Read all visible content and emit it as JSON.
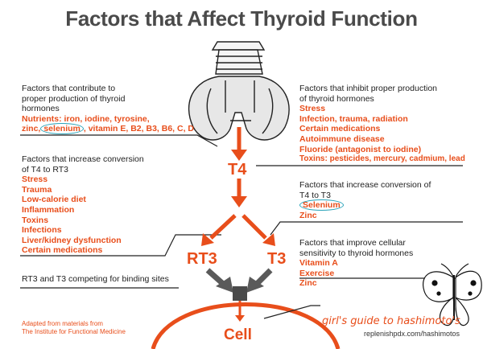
{
  "title": "Factors that Affect Thyroid Function",
  "colors": {
    "accent": "#e84e1b",
    "dark": "#4a4a4a",
    "circle": "#2aa3b9",
    "arrow_gray": "#5a5a5a"
  },
  "contribute": {
    "intro": [
      "Factors that contribute to",
      "proper production of thyroid",
      "hormones"
    ],
    "line1": "Nutrients: iron, iodine, tyrosine,",
    "line2_pre": "zinc,",
    "line2_circled": "selenium",
    "line2_post": ", vitamin E, B2, B3, B6, C, D"
  },
  "inhibit": {
    "intro": [
      "Factors that inhibit proper production",
      "of thyroid hormones"
    ],
    "items": [
      "Stress",
      "Infection, trauma, radiation",
      "Certain medications",
      "Autoimmune disease",
      "Fluoride (antagonist to iodine)",
      "Toxins: pesticides, mercury, cadmium, lead"
    ]
  },
  "rt3": {
    "intro": [
      "Factors that increase conversion",
      "of T4 to RT3"
    ],
    "items": [
      "Stress",
      "Trauma",
      "Low-calorie diet",
      "Inflammation",
      "Toxins",
      "Infections",
      "Liver/kidney dysfunction",
      "Certain medications"
    ]
  },
  "t3conv": {
    "intro": [
      "Factors that increase conversion of",
      "T4 to T3"
    ],
    "circled": "Selenium",
    "items": [
      "Zinc"
    ]
  },
  "sensitivity": {
    "intro": [
      "Factors that improve cellular",
      "sensitivity to thyroid hormones"
    ],
    "items": [
      "Vitamin A",
      "Exercise",
      "Zinc"
    ]
  },
  "competing": "RT3 and T3 competing for binding sites",
  "nodes": {
    "t4": "T4",
    "rt3": "RT3",
    "t3": "T3",
    "cell": "Cell"
  },
  "adapted": [
    "Adapted from materials from",
    "The Institute for Functional Medicine"
  ],
  "guide": "girl's guide to hashimoto's",
  "url": "replenishpdx.com/hashimotos"
}
